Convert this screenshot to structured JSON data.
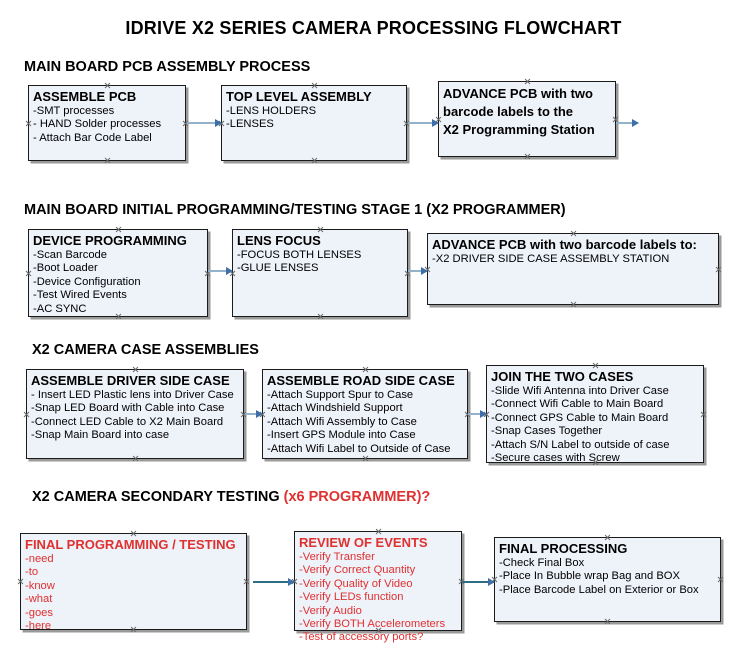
{
  "page": {
    "title": "IDRIVE X2  SERIES CAMERA PROCESSING FLOWCHART",
    "background": "#ffffff",
    "box_fill": "#eef2f9",
    "box_border": "#1b1b1b",
    "red_accent": "#e03131",
    "connector_light": "#93b3cc",
    "connector_dark": "#2e6d83",
    "arrowhead": "#3f6fa8"
  },
  "sections": [
    {
      "id": "main-board-pcb-assembly",
      "heading": "MAIN BOARD PCB ASSEMBLY PROCESS",
      "heading_red": "",
      "boxes": [
        {
          "id": "assemble-pcb",
          "title": "ASSEMBLE PCB",
          "title_lines": [
            "ASSEMBLE PCB"
          ],
          "lines": [
            " -SMT processes",
            "- HAND Solder processes",
            "- Attach Bar Code Label"
          ],
          "red": false
        },
        {
          "id": "top-level-assembly",
          "title": "TOP LEVEL ASSEMBLY",
          "title_lines": [
            "TOP LEVEL ASSEMBLY"
          ],
          "lines": [
            "-LENS HOLDERS",
            "-LENSES"
          ],
          "red": false
        },
        {
          "id": "advance-pcb-x2-programming-station",
          "title": "",
          "title_lines": [
            "ADVANCE PCB with two",
            "barcode labels to the",
            " X2 Programming Station"
          ],
          "lines": [],
          "red": false
        }
      ]
    },
    {
      "id": "main-board-initial-programming",
      "heading": "MAIN BOARD INITIAL PROGRAMMING/TESTING STAGE 1 (X2 PROGRAMMER)",
      "heading_red": "",
      "boxes": [
        {
          "id": "device-programming",
          "title": "DEVICE PROGRAMMING",
          "title_lines": [
            "DEVICE PROGRAMMING"
          ],
          "lines": [
            "-Scan Barcode",
            "-Boot Loader",
            "-Device Configuration",
            "-Test Wired Events",
            "-AC SYNC"
          ],
          "red": false
        },
        {
          "id": "lens-focus",
          "title": "LENS FOCUS",
          "title_lines": [
            "LENS FOCUS"
          ],
          "lines": [
            "-FOCUS BOTH LENSES",
            "-GLUE LENSES"
          ],
          "red": false
        },
        {
          "id": "advance-pcb-driver-side-case",
          "title": "ADVANCE PCB with two barcode labels to:",
          "title_lines": [
            "ADVANCE PCB with two barcode labels to:"
          ],
          "lines": [
            "-X2 DRIVER  SIDE  CASE  ASSEMBLY STATION"
          ],
          "red": false
        }
      ]
    },
    {
      "id": "x2-camera-case-assemblies",
      "heading": "X2 CAMERA CASE ASSEMBLIES",
      "heading_red": "",
      "boxes": [
        {
          "id": "assemble-driver-side-case",
          "title": "ASSEMBLE DRIVER SIDE CASE",
          "title_lines": [
            "ASSEMBLE DRIVER SIDE CASE"
          ],
          "lines": [
            "- Insert LED Plastic lens into Driver Case",
            "-Snap LED Board with Cable into Case",
            "-Connect LED Cable to X2 Main Board",
            "-Snap Main Board into case"
          ],
          "red": false
        },
        {
          "id": "assemble-road-side-case",
          "title": "ASSEMBLE ROAD SIDE CASE",
          "title_lines": [
            "ASSEMBLE ROAD SIDE CASE"
          ],
          "lines": [
            "-Attach Support Spur to Case",
            "-Attach Windshield Support",
            "-Attach Wifi Assembly to Case",
            "-Insert GPS Module into Case",
            "-Attach Wifi Label to Outside of Case"
          ],
          "red": false
        },
        {
          "id": "join-the-two-cases",
          "title": "JOIN THE TWO CASES",
          "title_lines": [
            "JOIN THE TWO CASES"
          ],
          "lines": [
            "-Slide Wifi Antenna into Driver Case",
            "-Connect Wifi Cable to Main Board",
            "-Connect GPS Cable to Main Board",
            "-Snap Cases Together",
            "-Attach S/N Label to outside of case",
            "-Secure cases with Screw"
          ],
          "red": false
        }
      ]
    },
    {
      "id": "x2-camera-secondary-testing",
      "heading": "X2 CAMERA SECONDARY TESTING ",
      "heading_red": "(x6 PROGRAMMER)?",
      "boxes": [
        {
          "id": "final-programming-testing",
          "title": "FINAL PROGRAMMING / TESTING",
          "title_lines": [
            "FINAL PROGRAMMING / TESTING"
          ],
          "lines": [
            "-need",
            "-to",
            "-know",
            "-what",
            "-goes",
            "-here"
          ],
          "red": true
        },
        {
          "id": "review-of-events",
          "title": "REVIEW OF EVENTS",
          "title_lines": [
            "REVIEW OF EVENTS"
          ],
          "lines": [
            "-Verify Transfer",
            "-Verify Correct Quantity",
            "-Verify Quality of Video",
            "-Verify LEDs function",
            "-Verify Audio",
            "-Verify BOTH Accelerometers",
            "-Test of accessory ports?"
          ],
          "red": true
        },
        {
          "id": "final-processing",
          "title": "FINAL PROCESSING",
          "title_lines": [
            "FINAL PROCESSING"
          ],
          "lines": [
            " -Check Final Box",
            "-Place In Bubble wrap Bag and BOX",
            "-Place Barcode Label on Exterior or Box"
          ],
          "red": false
        }
      ]
    }
  ],
  "connectors": [
    {
      "id": "conn-assemble-pcb-to-top-level",
      "from": "assemble-pcb",
      "to": "top-level-assembly"
    },
    {
      "id": "conn-top-level-to-advance-pcb",
      "from": "top-level-assembly",
      "to": "advance-pcb-x2-programming-station"
    },
    {
      "id": "conn-device-programming-to-lens-focus",
      "from": "device-programming",
      "to": "lens-focus"
    },
    {
      "id": "conn-lens-focus-to-advance-pcb-driver",
      "from": "lens-focus",
      "to": "advance-pcb-driver-side-case"
    },
    {
      "id": "conn-driver-case-to-road-case",
      "from": "assemble-driver-side-case",
      "to": "assemble-road-side-case"
    },
    {
      "id": "conn-road-case-to-join-cases",
      "from": "assemble-road-side-case",
      "to": "join-the-two-cases"
    },
    {
      "id": "conn-final-programming-to-review",
      "from": "final-programming-testing",
      "to": "review-of-events"
    },
    {
      "id": "conn-review-to-final-processing",
      "from": "review-of-events",
      "to": "final-processing"
    }
  ]
}
